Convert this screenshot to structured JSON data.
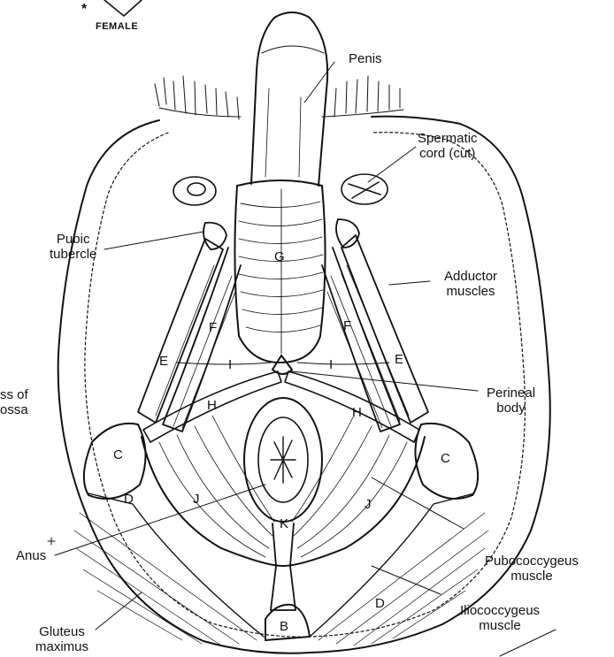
{
  "header": {
    "caption": "FEMALE",
    "marker": "*"
  },
  "labels": {
    "penis": "Penis",
    "spermatic_cord": "Spermatic\ncord (cut)",
    "pubic_tubercle": "Pubic\ntubercle",
    "adductor": "Adductor\nmuscles",
    "fossa": "ss of\nossa",
    "perineal_body": "Perineal\nbody",
    "pubococcygeus": "Pubococcygeus\nmuscle",
    "anus": "Anus",
    "iliococcygeus": "Iliococcygeus\nmuscle",
    "gluteus": "Gluteus\nmaximus"
  },
  "letters": {
    "G": "G",
    "F": "F",
    "E": "E",
    "I": "I",
    "H": "H",
    "C": "C",
    "D": "D",
    "J": "J",
    "K": "K",
    "B": "B"
  },
  "colors": {
    "ink": "#111111",
    "paper": "#ffffff"
  }
}
